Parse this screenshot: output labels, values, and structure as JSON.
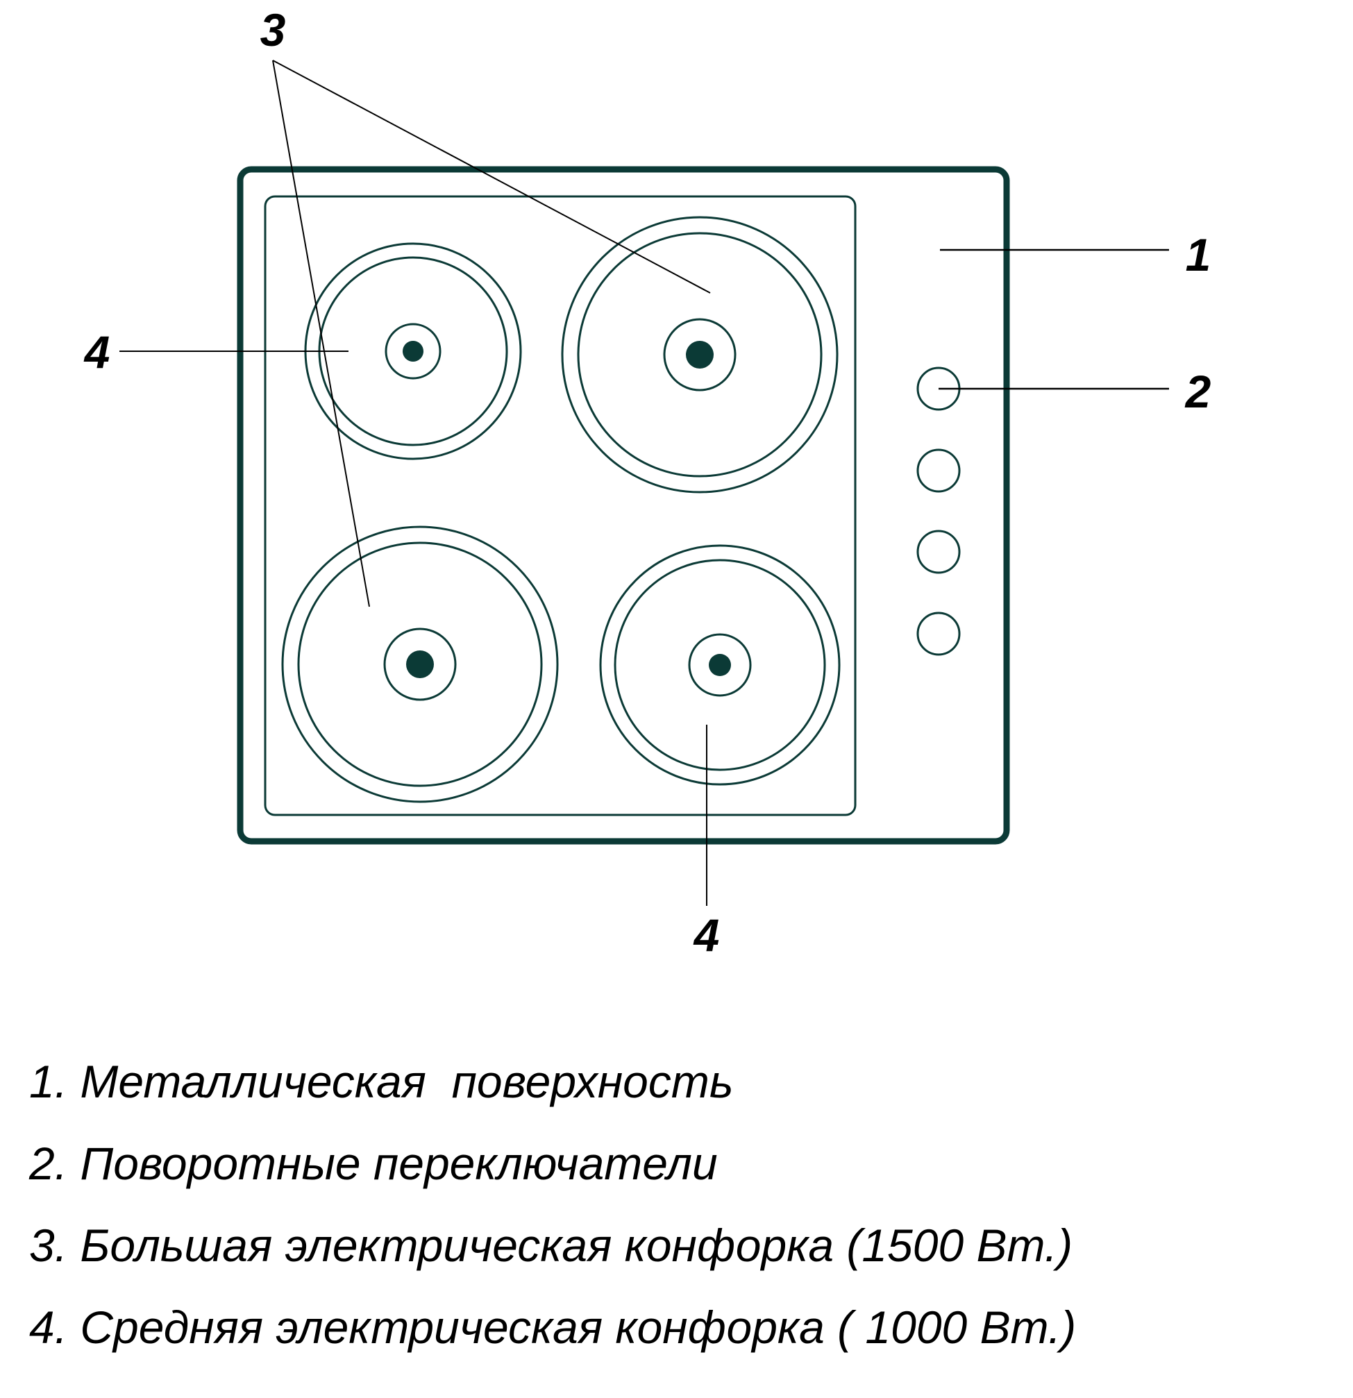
{
  "colors": {
    "outline": "#0b3a36",
    "burner_center": "#0b3a36",
    "leader": "#000000",
    "background": "#ffffff"
  },
  "callouts": {
    "c1": "1",
    "c2": "2",
    "c3": "3",
    "c4_left": "4",
    "c4_bottom": "4"
  },
  "legend": [
    {
      "text": "1. Металлическая  поверхность"
    },
    {
      "text": "2. Поворотные переключатели"
    },
    {
      "text": "3. Большая электрическая конфорка (1500 Вт.)"
    },
    {
      "text": "4. Средняя электрическая конфорка ( 1000 Вт.)"
    }
  ],
  "knobs_count": 4
}
